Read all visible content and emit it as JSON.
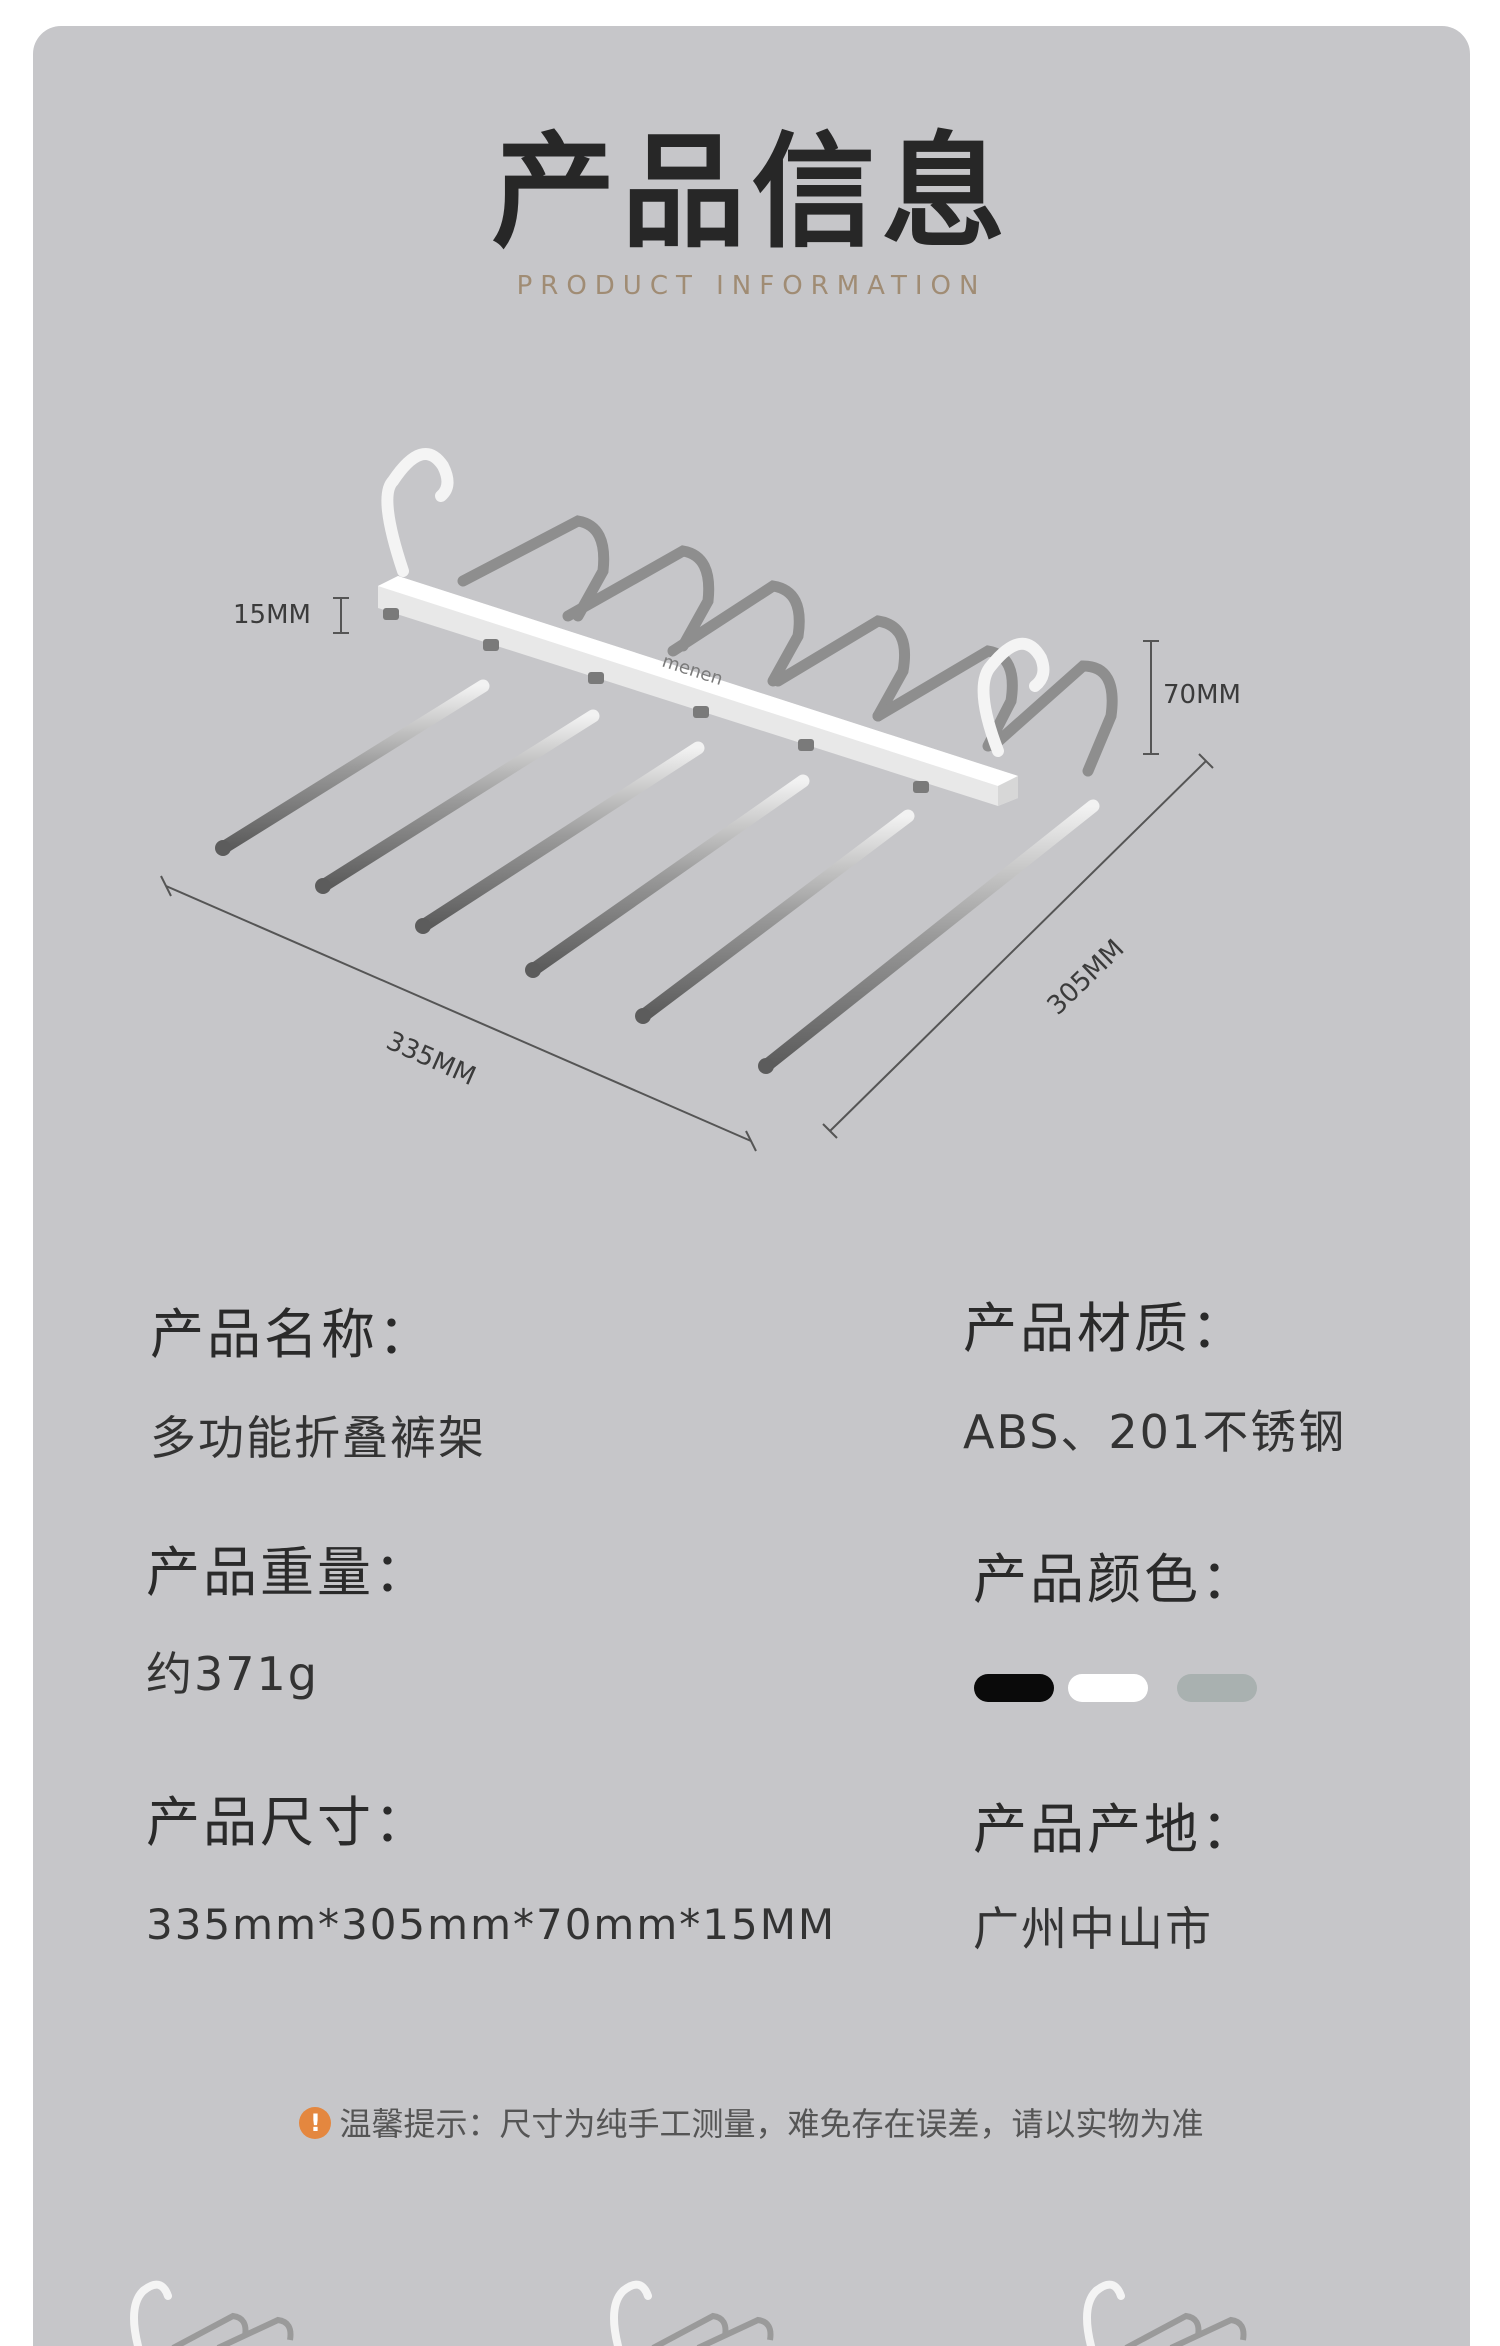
{
  "header": {
    "title": "产品信息",
    "subtitle": "PRODUCT INFORMATION"
  },
  "product_image": {
    "brand": "menen",
    "dimensions": {
      "thickness": "15MM",
      "height": "70MM",
      "width": "335MM",
      "depth": "305MM"
    }
  },
  "specs": {
    "name": {
      "label": "产品名称：",
      "value": "多功能折叠裤架"
    },
    "material": {
      "label": "产品材质：",
      "value": "ABS、201不锈钢"
    },
    "weight": {
      "label": "产品重量：",
      "value": "约371g"
    },
    "color": {
      "label": "产品颜色：",
      "swatches": [
        "#0a0a0a",
        "#ffffff",
        "#a9b1b0"
      ]
    },
    "size": {
      "label": "产品尺寸：",
      "value": "335mm*305mm*70mm*15MM"
    },
    "origin": {
      "label": "产品产地：",
      "value": "广州中山市"
    }
  },
  "notice": {
    "icon": "exclamation-icon",
    "text": "温馨提示：尺寸为纯手工测量，难免存在误差，请以实物为准"
  }
}
